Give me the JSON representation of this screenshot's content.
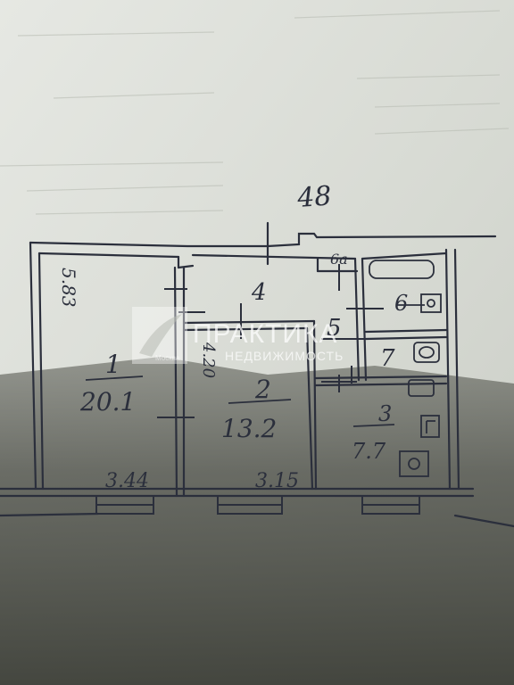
{
  "plan": {
    "sheet_number": "48",
    "rooms": [
      {
        "number": "1",
        "area": "20.1"
      },
      {
        "number": "2",
        "area": "13.2"
      },
      {
        "number": "3",
        "area": "7.7"
      },
      {
        "number": "4",
        "area": ""
      },
      {
        "number": "5",
        "area": ""
      },
      {
        "number": "6",
        "area": ""
      },
      {
        "number": "6a",
        "area": ""
      },
      {
        "number": "7",
        "area": ""
      }
    ],
    "dimensions": {
      "room1_height": "5.83",
      "room1_width": "3.44",
      "room2_width": "3.15",
      "room2_depth": "4.20"
    }
  },
  "watermark": {
    "brand": "ПРАКТИКА",
    "subtitle": "НЕДВИЖИМОСТЬ",
    "tagline": "Москва"
  },
  "colors": {
    "paper": "#dadcd6",
    "ink": "#2b2f3c",
    "shadow": "#3f413d",
    "watermark": "#ffffff"
  }
}
